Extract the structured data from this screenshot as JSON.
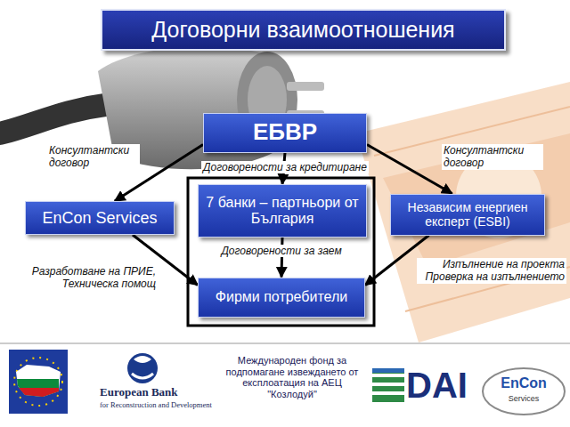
{
  "diagram": {
    "title": "Договорни взаимоотношения",
    "nodes": [
      {
        "text": [
          "ЕБВР"
        ]
      },
      {
        "text": [
          "EnCon Services"
        ]
      },
      {
        "text": [
          "7 банки – партньори от България"
        ]
      },
      {
        "text": [
          "Независим енергиен експерт (ESBI)"
        ]
      },
      {
        "text": [
          "Фирми потребители"
        ]
      }
    ],
    "edges": [
      {
        "from": 0,
        "to": 1,
        "label": "Консултантски договор",
        "arrow": "to"
      },
      {
        "from": 0,
        "to": 3,
        "label": "Консултантски договор",
        "arrow": "to"
      },
      {
        "from": 0,
        "to": 2,
        "label": "Договорености за кредитиране",
        "arrow": "to"
      },
      {
        "from": 2,
        "to": 4,
        "label": "Договорености за заем",
        "arrow": "to"
      },
      {
        "from": 1,
        "to": 4,
        "label": "Разработване на ПРИЕ, Техническа помощ",
        "arrow": "to"
      },
      {
        "from": 3,
        "to": 4,
        "label": "Изпълнение на проекта Проверка на изпълнението",
        "arrow": "to"
      }
    ],
    "labels": [
      "Международен фонд за подпомагане извеждането от експлоатация на АЕЦ \"Козлодуй\"",
      "European Bank",
      "for Reconstruction and Development",
      "DAI",
      "EnCon",
      "Services"
    ]
  }
}
